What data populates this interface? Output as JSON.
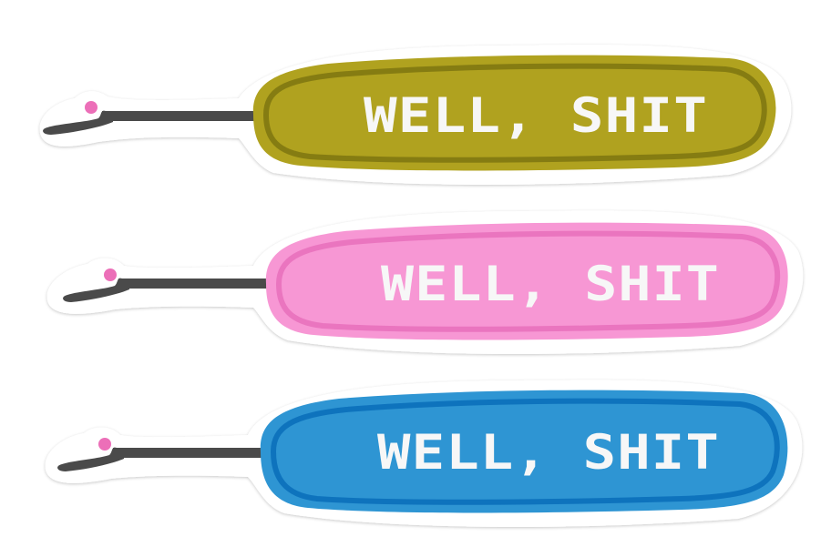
{
  "stickers": [
    {
      "label": "WELL, SHIT",
      "handle_color": "#b0a21f",
      "handle_outline_color": "#857c12",
      "shaft_color": "#4a4a4a",
      "ball_color": "#ec6fb8"
    },
    {
      "label": "WELL, SHIT",
      "handle_color": "#f797d4",
      "handle_outline_color": "#ea75bf",
      "shaft_color": "#4a4a4a",
      "ball_color": "#ec6fb8"
    },
    {
      "label": "WELL, SHIT",
      "handle_color": "#2e95d3",
      "handle_outline_color": "#0e73bd",
      "shaft_color": "#4a4a4a",
      "ball_color": "#ec6fb8"
    }
  ]
}
